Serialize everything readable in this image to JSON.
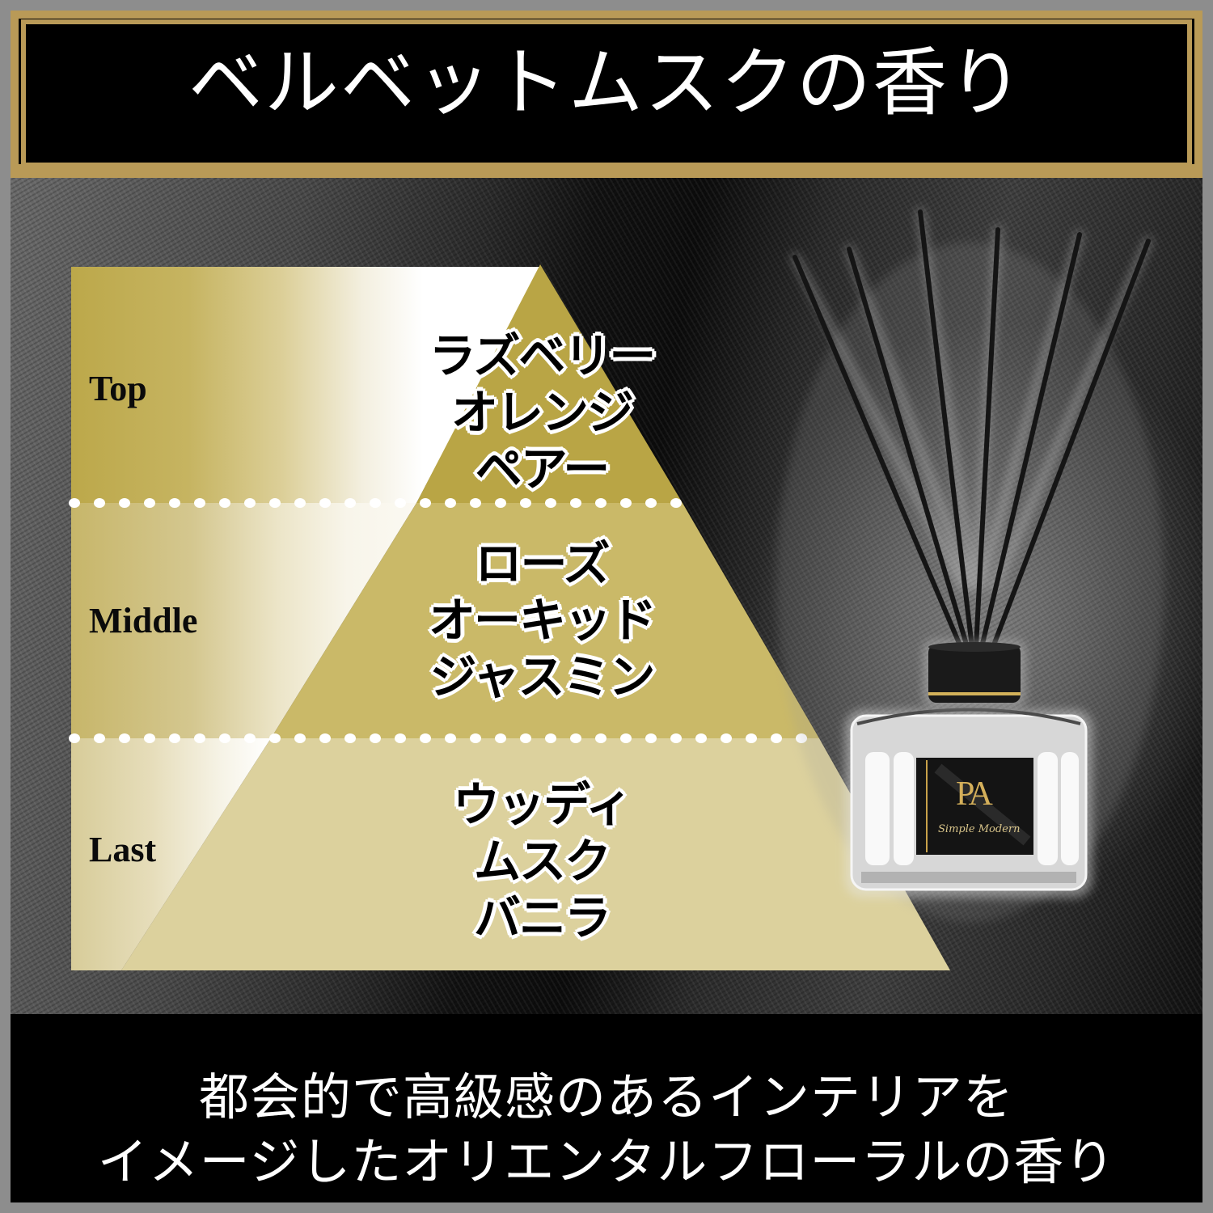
{
  "header": {
    "title": "ベルベットムスクの香り"
  },
  "colors": {
    "frame_gray": "#8d8d8d",
    "gold_frame": "#b99a57",
    "top_gold": "#bba84c",
    "middle_gold": "#cab968",
    "last_gold": "#dcd19d",
    "header_bg": "#000000"
  },
  "pyramid": {
    "tiers": [
      {
        "label": "Top",
        "notes": [
          "ラズベリー",
          "オレンジ",
          "ペアー"
        ]
      },
      {
        "label": "Middle",
        "notes": [
          "ローズ",
          "オーキッド",
          "ジャスミン"
        ]
      },
      {
        "label": "Last",
        "notes": [
          "ウッディ",
          "ムスク",
          "バニラ"
        ]
      }
    ]
  },
  "product": {
    "brand_mark": "PA",
    "label_script": "Simple Modern",
    "reed_count": 6
  },
  "footer": {
    "lines": [
      "都会的で高級感のあるインテリアを",
      "イメージしたオリエンタルフローラルの香り"
    ]
  }
}
